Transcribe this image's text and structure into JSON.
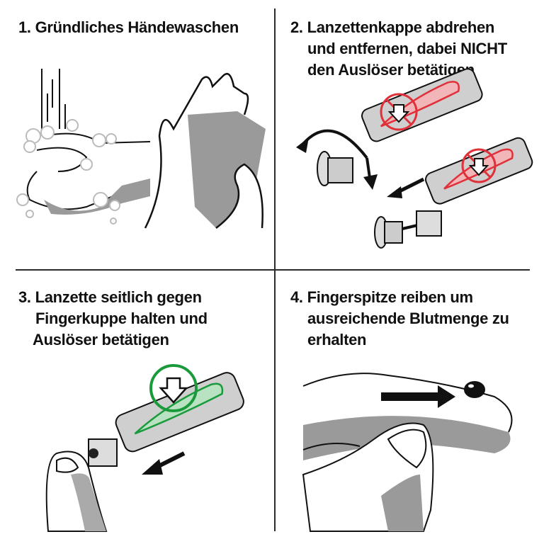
{
  "steps": [
    {
      "number": "1.",
      "lines": [
        "Gründliches Händewaschen"
      ],
      "illustration": "hand-washing-and-drying-icon"
    },
    {
      "number": "2.",
      "lines": [
        "Lanzettenkappe abdrehen",
        "und entfernen, dabei NICHT",
        "den Auslöser betätigen"
      ],
      "illustration": "lancet-cap-twist-off-icon",
      "warning_color": "#e0303a"
    },
    {
      "number": "3.",
      "lines": [
        "Lanzette seitlich gegen",
        "Fingerkuppe halten und",
        "Auslöser betätigen"
      ],
      "illustration": "lancet-trigger-press-icon",
      "accent_color": "#1a9a3a"
    },
    {
      "number": "4.",
      "lines": [
        "Fingerspitze reiben um",
        "ausreichende Blutmenge zu",
        "erhalten"
      ],
      "illustration": "finger-rub-blood-drop-icon"
    }
  ],
  "colors": {
    "line": "#111111",
    "shade": "#9a9a9a",
    "warning": "#e0303a",
    "ok": "#1a9a3a"
  }
}
